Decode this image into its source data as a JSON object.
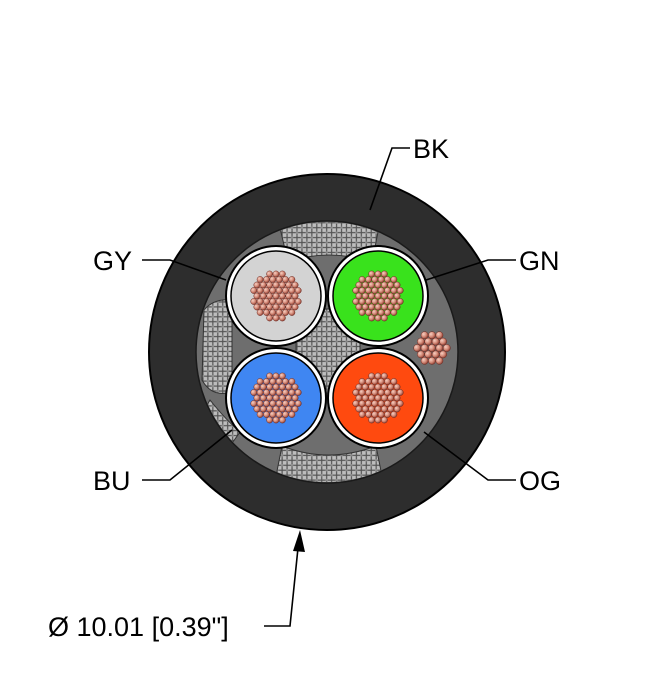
{
  "labels": {
    "jacket": "BK",
    "top_left": "GY",
    "top_right": "GN",
    "bottom_left": "BU",
    "bottom_right": "OG",
    "diameter": "Ø 10.01 [0.39\"]"
  },
  "colors": {
    "jacket": "#2d2d2d",
    "inner_sheath": "#6e6e6e",
    "shield_braid": "#9a9a9a",
    "gy_insulation": "#d3d3d3",
    "gn_insulation": "#39e21c",
    "bu_insulation": "#3f86f2",
    "og_insulation": "#ff4a0f",
    "copper_dark": "#9a4a3c",
    "copper_light": "#e2aa9a",
    "leader_line": "#000000"
  }
}
